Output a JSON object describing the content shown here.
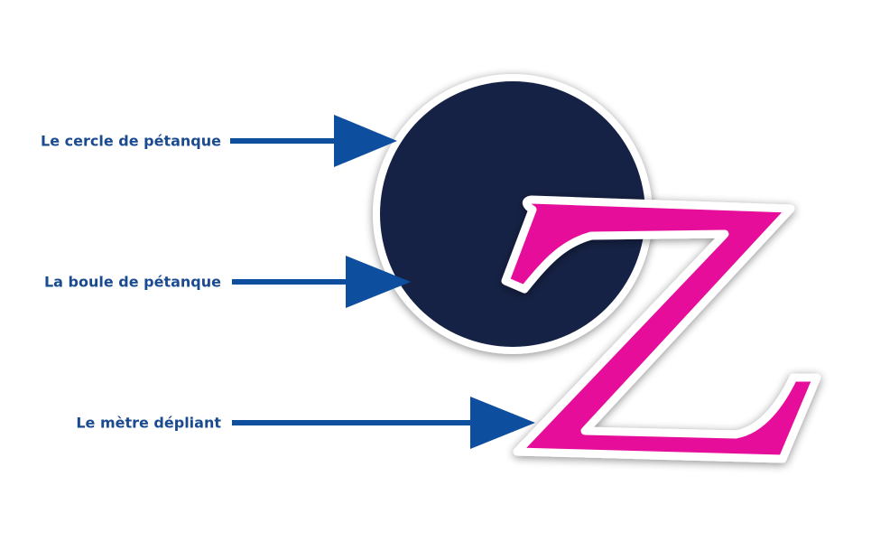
{
  "labels": [
    {
      "text": "Le cercle de pétanque"
    },
    {
      "text": "La boule de pétanque"
    },
    {
      "text": "Le mètre dépliant"
    }
  ],
  "logo": {
    "letter": "Z",
    "icons": [
      "circle-ball-icon",
      "letter-z-icon",
      "arrow-right-icon"
    ]
  },
  "colors": {
    "label_text": "#1a4a8f",
    "arrow": "#0d4f9e",
    "circle_fill": "#142345",
    "circle_ring": "#ffffff",
    "z_fill": "#e5109a",
    "z_outline": "#ffffff"
  }
}
